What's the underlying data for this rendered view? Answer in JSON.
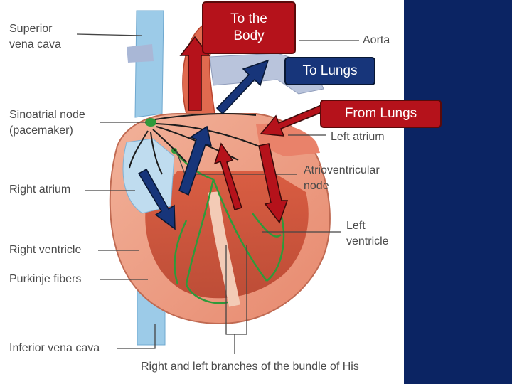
{
  "labels": {
    "superior_vena_cava": "Superior\nvena cava",
    "aorta": "Aorta",
    "sinoatrial_node": "Sinoatrial node\n(pacemaker)",
    "left_atrium": "Left atrium",
    "atrioventricular_node": "Atrioventricular\nnode",
    "right_atrium": "Right atrium",
    "left_ventricle": "Left\nventricle",
    "right_ventricle": "Right ventricle",
    "purkinje_fibers": "Purkinje fibers",
    "inferior_vena_cava": "Inferior vena cava",
    "bundle_of_his": "Right and left branches of the bundle of His"
  },
  "callouts": {
    "to_body": "To the\nBody",
    "to_lungs": "To Lungs",
    "from_lungs": "From Lungs"
  },
  "colors": {
    "oxygenated_arrow": "#b5121b",
    "deoxygenated_arrow": "#17357a",
    "sidebar": "#0b2463",
    "vena_cava": "#9ccbe8",
    "conduction": "#2e9a3a"
  },
  "icons": {
    "to_body": "arrow-up-icon",
    "to_lungs": "arrow-up-right-icon",
    "from_lungs": "arrow-left-icon"
  }
}
